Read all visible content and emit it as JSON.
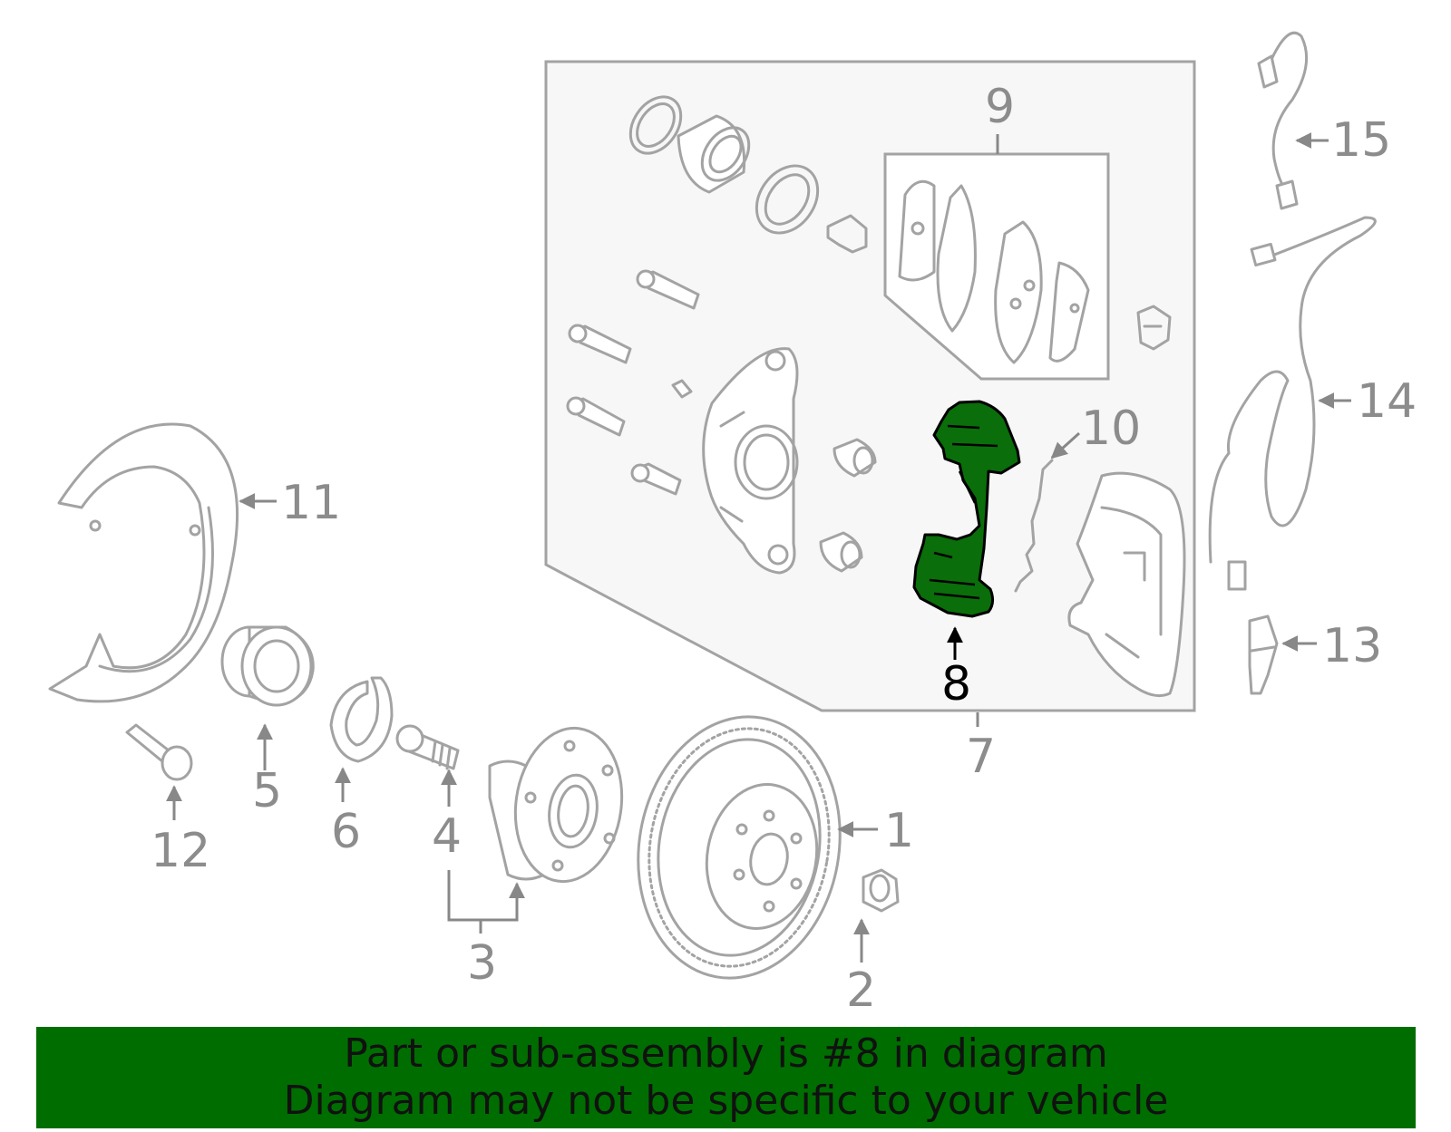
{
  "highlight_color": "#0a6e0a",
  "banner_color": "#006d00",
  "callouts": {
    "c1": "1",
    "c2": "2",
    "c3": "3",
    "c4": "4",
    "c5": "5",
    "c6": "6",
    "c7": "7",
    "c8": "8",
    "c9": "9",
    "c10": "10",
    "c11": "11",
    "c12": "12",
    "c13": "13",
    "c14": "14",
    "c15": "15"
  },
  "banner": {
    "line1": "Part or sub-assembly is #8 in diagram",
    "line2": "Diagram may not be specific to your vehicle"
  }
}
